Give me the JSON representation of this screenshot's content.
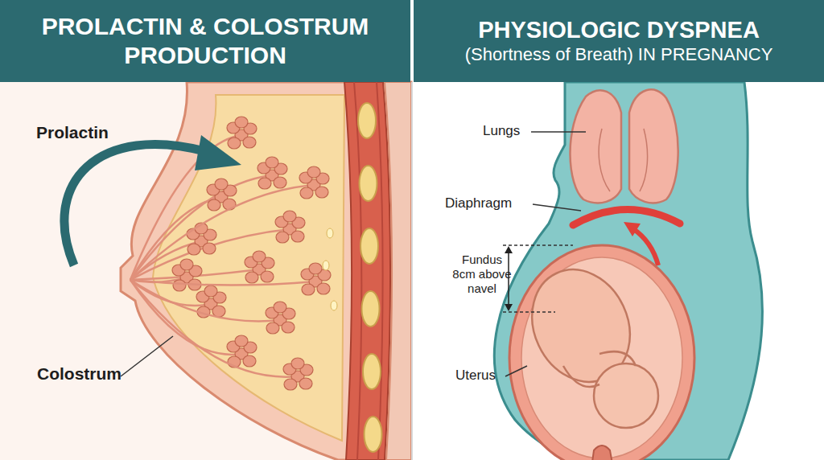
{
  "diagram": {
    "nodes": [
      {
        "text": [
          "PROLACTIN & COLOSTRUM PRODUCTION"
        ]
      },
      {
        "text": [
          "PHYSIOLOGIC DYSPNEA",
          "(Shortness of Breath) IN PREGNANCY"
        ]
      }
    ],
    "labels": [
      "Prolactin",
      "Colostrum",
      "Lungs",
      "Diaphragm",
      "Fundus 8cm above navel",
      "Uterus"
    ]
  }
}
